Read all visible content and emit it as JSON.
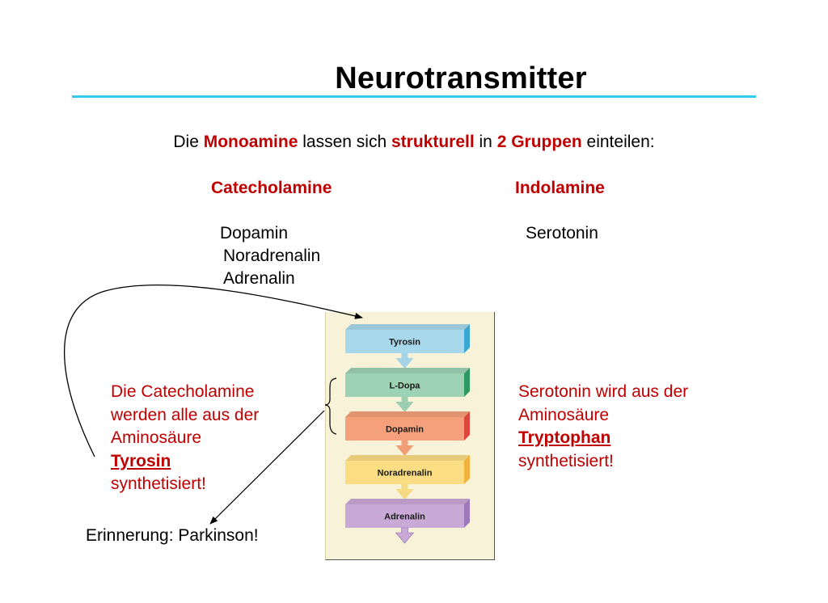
{
  "title": "Neurotransmitter",
  "intro": {
    "p1": "Die ",
    "k1": "Monoamine",
    "p2": " lassen sich ",
    "k2": "strukturell",
    "p3": " in ",
    "k3": "2 Gruppen",
    "p4": " einteilen:"
  },
  "groups": {
    "catecholamine": {
      "heading": "Catecholamine",
      "items": [
        "Dopamin",
        "Noradrenalin",
        "Adrenalin"
      ]
    },
    "indolamine": {
      "heading": "Indolamine",
      "items": [
        "Serotonin"
      ]
    }
  },
  "left_note": {
    "line1": "Die Catecholamine",
    "line2": "werden alle aus der",
    "line3": "Aminosäure",
    "amino_acid": "Tyrosin",
    "line5": "synthetisiert!"
  },
  "right_note": {
    "line1": "Serotonin wird aus der",
    "line2": "Aminosäure",
    "amino_acid": "Tryptophan",
    "line4": "synthetisiert!"
  },
  "reminder": "Erinnerung: Parkinson!",
  "pathway": {
    "steps": [
      {
        "label": "Tyrosin",
        "color": "#a8d8ec"
      },
      {
        "label": "L-Dopa",
        "color": "#9ed2b4"
      },
      {
        "label": "Dopamin",
        "color": "#f5a07a"
      },
      {
        "label": "Noradrenalin",
        "color": "#fbdd84"
      },
      {
        "label": "Adrenalin",
        "color": "#c9a9d6"
      }
    ],
    "colors": {
      "tyrosin_side": "#3ba6cf",
      "ldopa_side": "#2d9a62",
      "dopamin_side": "#d9463b",
      "noradrenalin_side": "#f0b43c",
      "adrenalin_side": "#9f78bc"
    }
  },
  "colors": {
    "accent_red": "#c00000",
    "title_rule": "#33ccee",
    "panel_bg": "#f8f3d8"
  }
}
